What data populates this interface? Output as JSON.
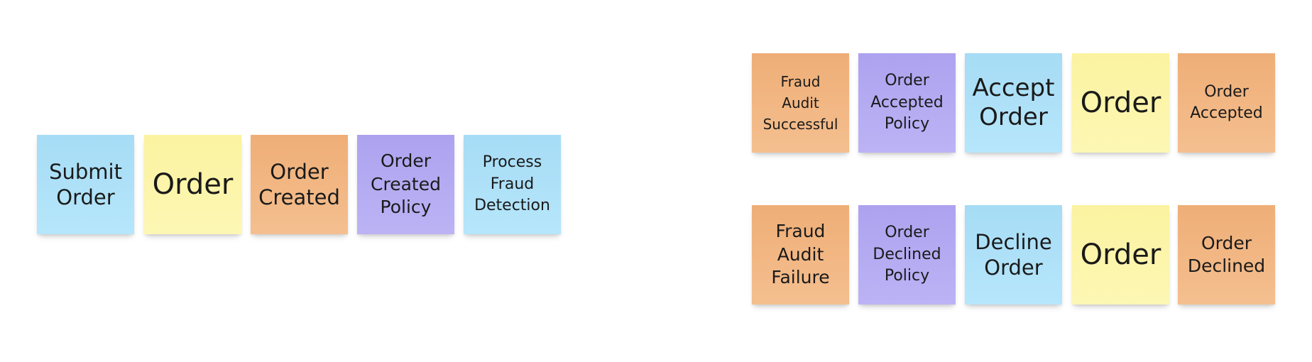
{
  "colors": {
    "command": "#a6dcf5",
    "aggregate": "#fbf3a0",
    "event": "#efae77",
    "policy": "#ada2ef"
  },
  "flows": {
    "submit": {
      "notes": [
        {
          "type": "command",
          "text": "Submit\nOrder"
        },
        {
          "type": "aggregate",
          "text": "Order"
        },
        {
          "type": "event",
          "text": "Order\nCreated"
        },
        {
          "type": "policy",
          "text": "Order\nCreated\nPolicy"
        },
        {
          "type": "command",
          "text": "Process\nFraud\nDetection"
        }
      ]
    },
    "accept": {
      "notes": [
        {
          "type": "event",
          "text": "Fraud\nAudit\nSuccessful"
        },
        {
          "type": "policy",
          "text": "Order\nAccepted\nPolicy"
        },
        {
          "type": "command",
          "text": "Accept\nOrder"
        },
        {
          "type": "aggregate",
          "text": "Order"
        },
        {
          "type": "event",
          "text": "Order\nAccepted"
        }
      ]
    },
    "decline": {
      "notes": [
        {
          "type": "event",
          "text": "Fraud\nAudit\nFailure"
        },
        {
          "type": "policy",
          "text": "Order\nDeclined\nPolicy"
        },
        {
          "type": "command",
          "text": "Decline\nOrder"
        },
        {
          "type": "aggregate",
          "text": "Order"
        },
        {
          "type": "event",
          "text": "Order\nDeclined"
        }
      ]
    }
  }
}
